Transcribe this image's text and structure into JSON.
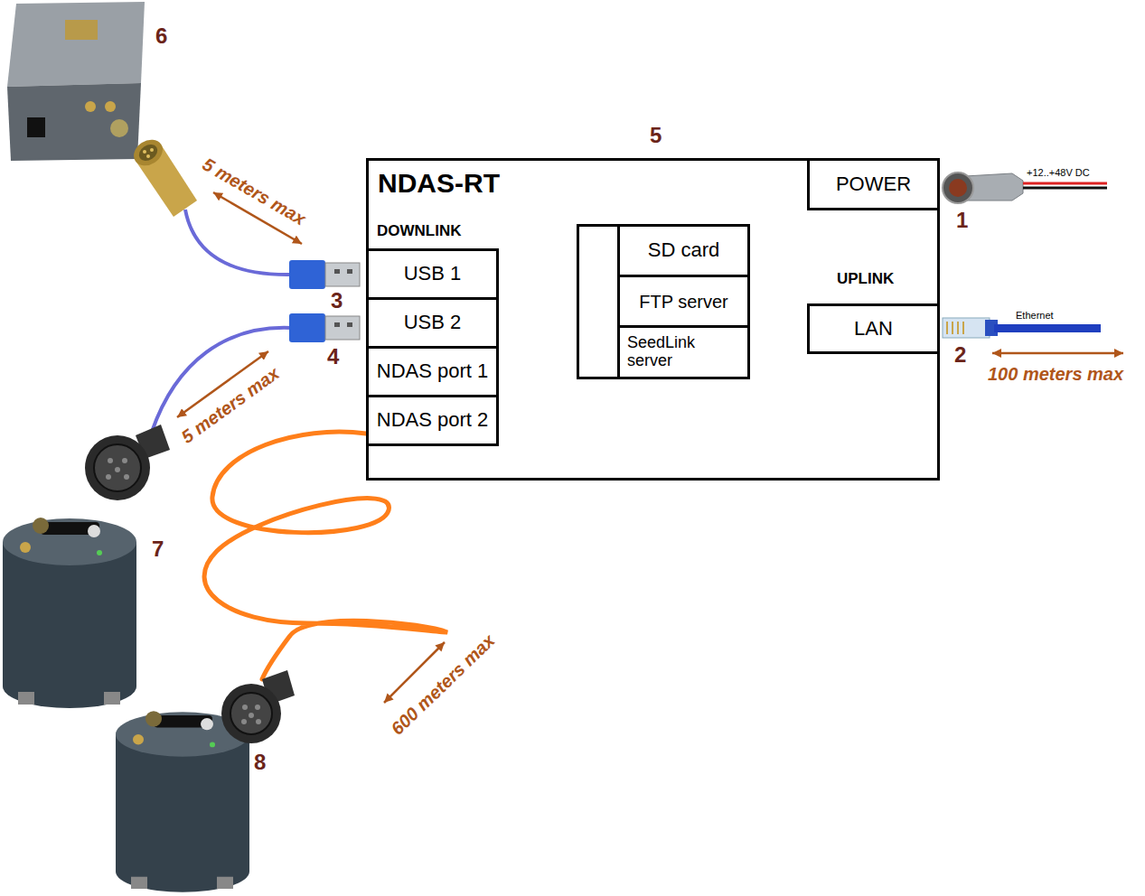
{
  "diagram": {
    "nodes": [
      {
        "text": [
          "NDAS-RT"
        ]
      },
      {
        "text": [
          "POWER"
        ],
        "in": 0
      },
      {
        "text": [
          "USB 1"
        ],
        "in": 0
      },
      {
        "text": [
          "USB 2"
        ],
        "in": 0
      },
      {
        "text": [
          "NDAS port 1"
        ],
        "in": 0
      },
      {
        "text": [
          "NDAS port 2"
        ],
        "in": 0
      },
      {
        "text": [],
        "in": 0
      },
      {
        "text": [
          "SD card"
        ],
        "in": 6
      },
      {
        "text": [
          "FTP server"
        ],
        "in": 6
      },
      {
        "text": [
          "SeedLink server"
        ],
        "in": 6
      },
      {
        "text": [
          "LAN"
        ],
        "in": 0
      }
    ],
    "edges": [
      {
        "from": 2,
        "to": 6,
        "arrow": "to"
      },
      {
        "from": 3,
        "to": 6,
        "arrow": "to"
      },
      {
        "from": 4,
        "to": 6,
        "arrow": "to"
      },
      {
        "from": 5,
        "to": 6,
        "arrow": "to"
      },
      {
        "from": 8,
        "to": 10,
        "arrow": "both"
      },
      {
        "from": 9,
        "to": 10,
        "arrow": "both"
      }
    ],
    "labels": [
      "6",
      "5",
      "1",
      "+12..+48V DC",
      "DOWNLINK",
      "UPLINK",
      "2",
      "Ethernet",
      "100 meters max",
      "5 meters max",
      "3",
      "4",
      "5 meters max",
      "7",
      "600 meters max",
      "8"
    ]
  }
}
